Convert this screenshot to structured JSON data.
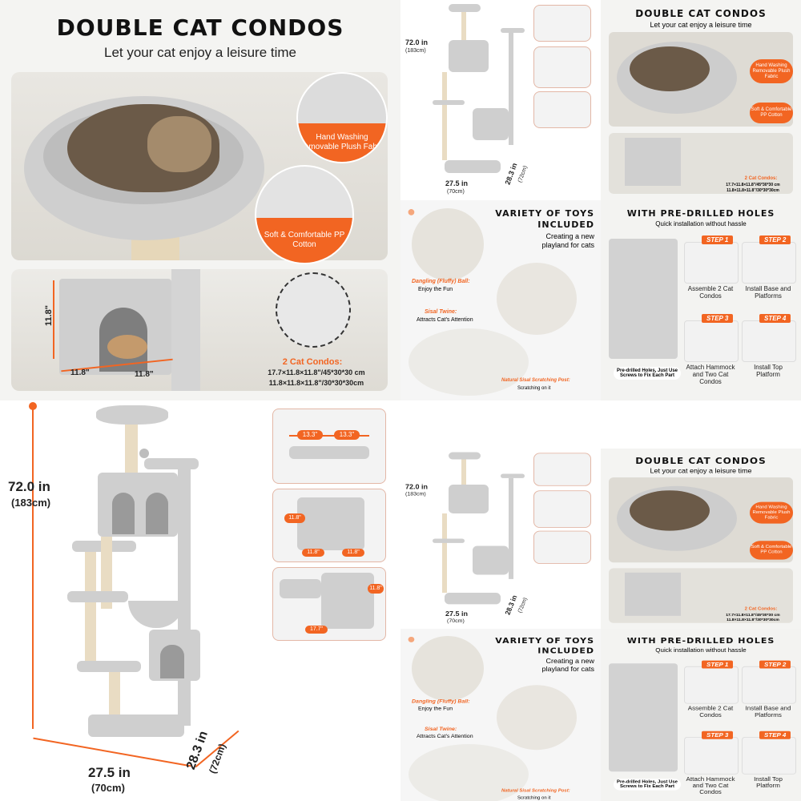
{
  "q1": {
    "title": "DOUBLE CAT CONDOS",
    "subtitle": "Let your cat enjoy a leisure time",
    "badge1": "Hand Washing Removable Plush Fabric",
    "badge2": "Soft & Comfortable PP Cotton",
    "dim_v": "11.8\"",
    "dim_h1": "11.8\"",
    "dim_h2": "11.8\"",
    "condos_title": "2 Cat Condos:",
    "condos_line1": "17.7×11.8×11.8\"/45*30*30 cm",
    "condos_line2": "11.8×11.8×11.8\"/30*30*30cm"
  },
  "mini": {
    "height_in": "72.0 in",
    "height_cm": "(183cm)",
    "width_in": "27.5 in",
    "width_cm": "(70cm)",
    "depth_in": "28.3 in",
    "depth_cm": "(72cm)",
    "dc_title": "DOUBLE CAT CONDOS",
    "dc_sub": "Let your cat enjoy a leisure time",
    "dc_badge1": "Hand Washing Removable Plush Fabric",
    "dc_badge2": "Soft & Comfortable PP Cotton",
    "dc_condos_title": "2 Cat Condos:",
    "dc_condos_l1": "17.7×11.8×11.8\"/45*30*30 cm",
    "dc_condos_l2": "11.8×11.8×11.8\"/30*30*30cm",
    "toys_title_1": "VARIETY OF TOYS",
    "toys_title_2": "INCLUDED",
    "toys_sub_1": "Creating a new",
    "toys_sub_2": "playland for cats",
    "toy1_title": "Dangling (Fluffy) Ball:",
    "toy1_desc": "Enjoy the Fun",
    "toy2_title": "Sisal Twine:",
    "toy2_desc": "Attracts Cat's Attention",
    "toy3_title": "Natural Sisal Scratching Post:",
    "toy3_desc": "Scratching on it",
    "holes_title": "WITH PRE-DRILLED HOLES",
    "holes_sub": "Quick installation without hassle",
    "holes_note": "Pre-drilled Holes, Just Use Screws to Fix Each Part",
    "steps": [
      {
        "label": "STEP 1",
        "text": "Assemble 2 Cat Condos"
      },
      {
        "label": "STEP 2",
        "text": "Install Base and Platforms"
      },
      {
        "label": "STEP 3",
        "text": "Attach Hammock and Two Cat Condos"
      },
      {
        "label": "STEP 4",
        "text": "Install Top Platform"
      }
    ]
  },
  "q3": {
    "height_in": "72.0 in",
    "height_cm": "(183cm)",
    "width_in": "27.5 in",
    "width_cm": "(70cm)",
    "depth_in": "28.3 in",
    "depth_cm": "(72cm)",
    "top_dim1": "13.3\"",
    "top_dim2": "13.3\"",
    "mid_v": "11.8\"",
    "mid_h1": "11.8\"",
    "mid_h2": "11.8\"",
    "low_v": "11.8\"",
    "low_h": "17.7\""
  },
  "colors": {
    "accent": "#f26522",
    "plush": "#cfcfcf",
    "sisal": "#e9dcc3"
  }
}
